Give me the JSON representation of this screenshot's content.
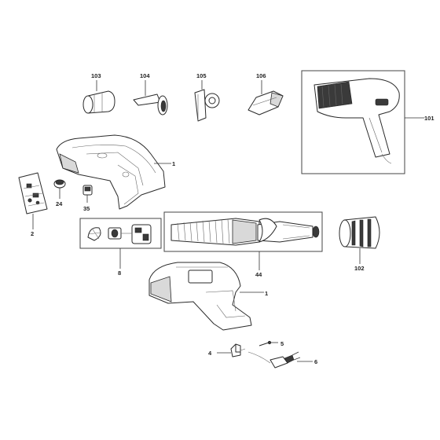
{
  "diagram": {
    "parts": [
      {
        "id": "part-103",
        "label": "103",
        "icon": "nozzle-round-icon"
      },
      {
        "id": "part-104",
        "label": "104",
        "icon": "scraper-nozzle-icon"
      },
      {
        "id": "part-105",
        "label": "105",
        "icon": "pipe-nozzle-icon"
      },
      {
        "id": "part-106",
        "label": "106",
        "icon": "flat-nozzle-icon"
      },
      {
        "id": "part-101",
        "label": "101",
        "icon": "heat-gun-assembly-icon"
      },
      {
        "id": "part-1-top",
        "label": "1",
        "icon": "housing-half-icon"
      },
      {
        "id": "part-2",
        "label": "2",
        "icon": "circuit-board-icon"
      },
      {
        "id": "part-24",
        "label": "24",
        "icon": "knob-icon"
      },
      {
        "id": "part-35",
        "label": "35",
        "icon": "switch-icon"
      },
      {
        "id": "part-8",
        "label": "8",
        "icon": "switch-assembly-icon"
      },
      {
        "id": "part-44",
        "label": "44",
        "icon": "heating-element-icon"
      },
      {
        "id": "part-102",
        "label": "102",
        "icon": "grille-icon"
      },
      {
        "id": "part-1-bottom",
        "label": "1",
        "icon": "housing-half-icon"
      },
      {
        "id": "part-4",
        "label": "4",
        "icon": "cord-clamp-icon"
      },
      {
        "id": "part-5",
        "label": "5",
        "icon": "screw-icon"
      },
      {
        "id": "part-6",
        "label": "6",
        "icon": "power-cord-plug-icon"
      }
    ]
  }
}
